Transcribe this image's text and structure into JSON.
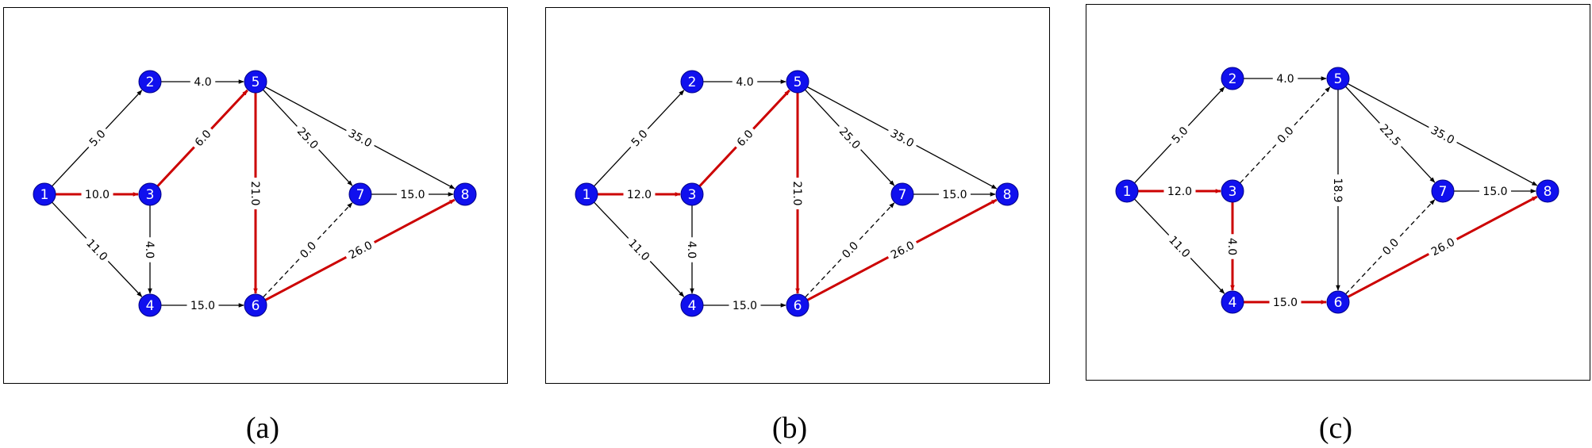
{
  "colors": {
    "node": "#1010ee",
    "node_stroke": "#00008a",
    "edge": "#000000",
    "critical": "#cc0000",
    "node_text": "#ffffff",
    "label_bg": "#ffffff"
  },
  "nodes": [
    "1",
    "2",
    "3",
    "4",
    "5",
    "6",
    "7",
    "8"
  ],
  "panels": [
    {
      "caption": "(a)",
      "edges": [
        {
          "from": "1",
          "to": "2",
          "label": "5.0",
          "critical": false,
          "dashed": false
        },
        {
          "from": "1",
          "to": "3",
          "label": "10.0",
          "critical": true,
          "dashed": false
        },
        {
          "from": "1",
          "to": "4",
          "label": "11.0",
          "critical": false,
          "dashed": false
        },
        {
          "from": "2",
          "to": "5",
          "label": "4.0",
          "critical": false,
          "dashed": false
        },
        {
          "from": "3",
          "to": "5",
          "label": "6.0",
          "critical": true,
          "dashed": false
        },
        {
          "from": "3",
          "to": "4",
          "label": "4.0",
          "critical": false,
          "dashed": false
        },
        {
          "from": "4",
          "to": "6",
          "label": "15.0",
          "critical": false,
          "dashed": false
        },
        {
          "from": "5",
          "to": "6",
          "label": "21.0",
          "critical": true,
          "dashed": false
        },
        {
          "from": "5",
          "to": "7",
          "label": "25.0",
          "critical": false,
          "dashed": false
        },
        {
          "from": "5",
          "to": "8",
          "label": "35.0",
          "critical": false,
          "dashed": false
        },
        {
          "from": "6",
          "to": "7",
          "label": "0.0",
          "critical": false,
          "dashed": true
        },
        {
          "from": "6",
          "to": "8",
          "label": "26.0",
          "critical": true,
          "dashed": false
        },
        {
          "from": "7",
          "to": "8",
          "label": "15.0",
          "critical": false,
          "dashed": false
        }
      ]
    },
    {
      "caption": "(b)",
      "edges": [
        {
          "from": "1",
          "to": "2",
          "label": "5.0",
          "critical": false,
          "dashed": false
        },
        {
          "from": "1",
          "to": "3",
          "label": "12.0",
          "critical": true,
          "dashed": false
        },
        {
          "from": "1",
          "to": "4",
          "label": "11.0",
          "critical": false,
          "dashed": false
        },
        {
          "from": "2",
          "to": "5",
          "label": "4.0",
          "critical": false,
          "dashed": false
        },
        {
          "from": "3",
          "to": "5",
          "label": "6.0",
          "critical": true,
          "dashed": false
        },
        {
          "from": "3",
          "to": "4",
          "label": "4.0",
          "critical": false,
          "dashed": false
        },
        {
          "from": "4",
          "to": "6",
          "label": "15.0",
          "critical": false,
          "dashed": false
        },
        {
          "from": "5",
          "to": "6",
          "label": "21.0",
          "critical": true,
          "dashed": false
        },
        {
          "from": "5",
          "to": "7",
          "label": "25.0",
          "critical": false,
          "dashed": false
        },
        {
          "from": "5",
          "to": "8",
          "label": "35.0",
          "critical": false,
          "dashed": false
        },
        {
          "from": "6",
          "to": "7",
          "label": "0.0",
          "critical": false,
          "dashed": true
        },
        {
          "from": "6",
          "to": "8",
          "label": "26.0",
          "critical": true,
          "dashed": false
        },
        {
          "from": "7",
          "to": "8",
          "label": "15.0",
          "critical": false,
          "dashed": false
        }
      ]
    },
    {
      "caption": "(c)",
      "edges": [
        {
          "from": "1",
          "to": "2",
          "label": "5.0",
          "critical": false,
          "dashed": false
        },
        {
          "from": "1",
          "to": "3",
          "label": "12.0",
          "critical": true,
          "dashed": false
        },
        {
          "from": "1",
          "to": "4",
          "label": "11.0",
          "critical": false,
          "dashed": false
        },
        {
          "from": "2",
          "to": "5",
          "label": "4.0",
          "critical": false,
          "dashed": false
        },
        {
          "from": "3",
          "to": "5",
          "label": "0.0",
          "critical": false,
          "dashed": true
        },
        {
          "from": "3",
          "to": "4",
          "label": "4.0",
          "critical": true,
          "dashed": false
        },
        {
          "from": "4",
          "to": "6",
          "label": "15.0",
          "critical": true,
          "dashed": false
        },
        {
          "from": "5",
          "to": "6",
          "label": "18.9",
          "critical": false,
          "dashed": false
        },
        {
          "from": "5",
          "to": "7",
          "label": "22.5",
          "critical": false,
          "dashed": false
        },
        {
          "from": "5",
          "to": "8",
          "label": "35.0",
          "critical": false,
          "dashed": false
        },
        {
          "from": "6",
          "to": "7",
          "label": "0.0",
          "critical": false,
          "dashed": true
        },
        {
          "from": "6",
          "to": "8",
          "label": "26.0",
          "critical": true,
          "dashed": false
        },
        {
          "from": "7",
          "to": "8",
          "label": "15.0",
          "critical": false,
          "dashed": false
        }
      ]
    }
  ]
}
